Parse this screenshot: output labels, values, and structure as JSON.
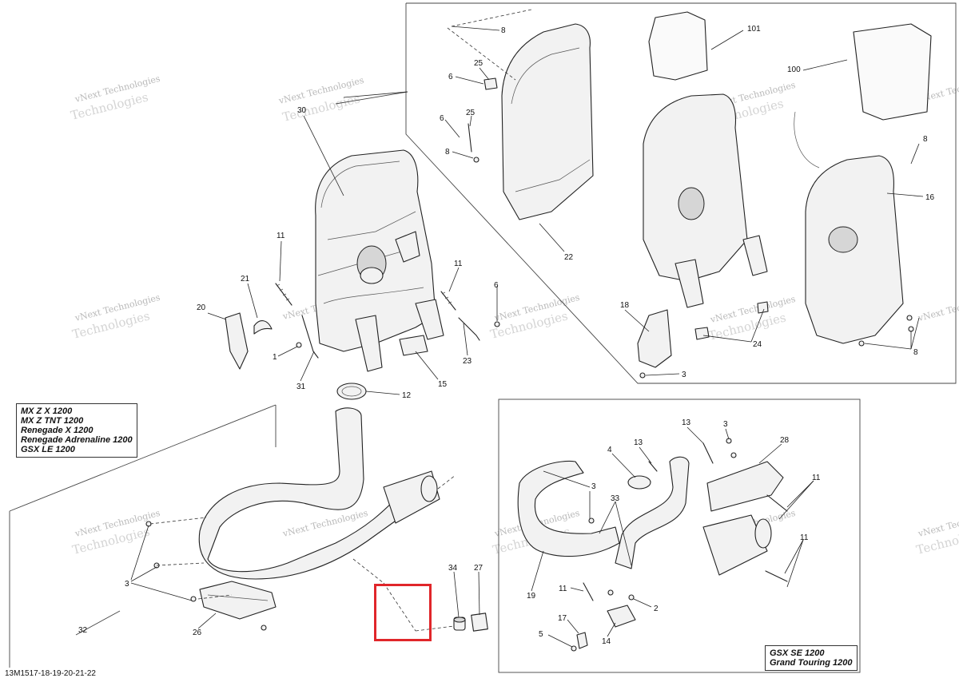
{
  "diagram": {
    "reference_code": "13M1517-18-19-20-21-22",
    "highlight_color": "#e0262a",
    "watermark_text": [
      "vNext Technologies",
      "Technologies"
    ],
    "model_groups": {
      "main": [
        "MX Z X 1200",
        "MX Z TNT 1200",
        "Renegade X 1200",
        "Renegade Adrenaline 1200",
        "GSX LE 1200"
      ],
      "inset": [
        "GSX SE 1200",
        "Grand Touring 1200"
      ]
    },
    "callouts": [
      {
        "id": "c8a",
        "label": "8"
      },
      {
        "id": "c101",
        "label": "101"
      },
      {
        "id": "c100",
        "label": "100"
      },
      {
        "id": "c25a",
        "label": "25"
      },
      {
        "id": "c6a",
        "label": "6"
      },
      {
        "id": "c25b",
        "label": "25"
      },
      {
        "id": "c6b",
        "label": "6"
      },
      {
        "id": "c8b",
        "label": "8"
      },
      {
        "id": "c30",
        "label": "30"
      },
      {
        "id": "c8c",
        "label": "8"
      },
      {
        "id": "c16",
        "label": "16"
      },
      {
        "id": "c22",
        "label": "22"
      },
      {
        "id": "c11a",
        "label": "11"
      },
      {
        "id": "c21",
        "label": "21"
      },
      {
        "id": "c20",
        "label": "20"
      },
      {
        "id": "c1",
        "label": "1"
      },
      {
        "id": "c31",
        "label": "31"
      },
      {
        "id": "c11b",
        "label": "11"
      },
      {
        "id": "c6c",
        "label": "6"
      },
      {
        "id": "c23",
        "label": "23"
      },
      {
        "id": "c15",
        "label": "15"
      },
      {
        "id": "c12",
        "label": "12"
      },
      {
        "id": "c18",
        "label": "18"
      },
      {
        "id": "c24",
        "label": "24"
      },
      {
        "id": "c3a",
        "label": "3"
      },
      {
        "id": "c8d",
        "label": "8"
      },
      {
        "id": "c13a",
        "label": "13"
      },
      {
        "id": "c3b",
        "label": "3"
      },
      {
        "id": "c4",
        "label": "4"
      },
      {
        "id": "c13b",
        "label": "13"
      },
      {
        "id": "c28",
        "label": "28"
      },
      {
        "id": "c3c",
        "label": "3"
      },
      {
        "id": "c33",
        "label": "33"
      },
      {
        "id": "c11c",
        "label": "11"
      },
      {
        "id": "c11d",
        "label": "11"
      },
      {
        "id": "c19",
        "label": "19"
      },
      {
        "id": "c11e",
        "label": "11"
      },
      {
        "id": "c2",
        "label": "2"
      },
      {
        "id": "c17",
        "label": "17"
      },
      {
        "id": "c5",
        "label": "5"
      },
      {
        "id": "c14",
        "label": "14"
      },
      {
        "id": "c3d",
        "label": "3"
      },
      {
        "id": "c34",
        "label": "34"
      },
      {
        "id": "c27",
        "label": "27"
      },
      {
        "id": "c26",
        "label": "26"
      },
      {
        "id": "c32",
        "label": "32"
      }
    ]
  }
}
